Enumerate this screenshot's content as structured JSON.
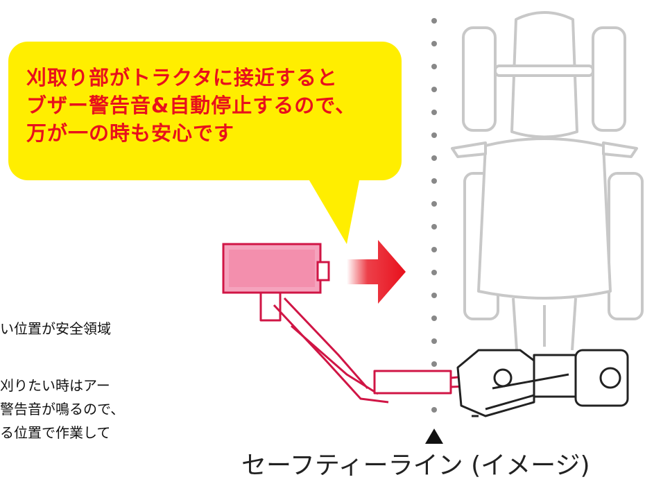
{
  "callout": {
    "lines": [
      "刈取り部がトラクタに接近すると",
      "ブザー警告音&自動停止するので、",
      "万が一の時も安心です"
    ]
  },
  "side_text": {
    "lines": [
      "い位置が安全領域",
      "刈りたい時はアー",
      "警告音が鳴るので、",
      "る位置で作業して"
    ]
  },
  "safety_line": {
    "caption": "セーフティーライン (イメージ)"
  },
  "colors": {
    "bubble": "#ffee00",
    "callout_text": "#e8101c",
    "mower": "#f080a0",
    "arrow": "#e8101c",
    "tractor_outline": "#c8c8c8",
    "implement": "#222222",
    "dots": "#888888"
  }
}
